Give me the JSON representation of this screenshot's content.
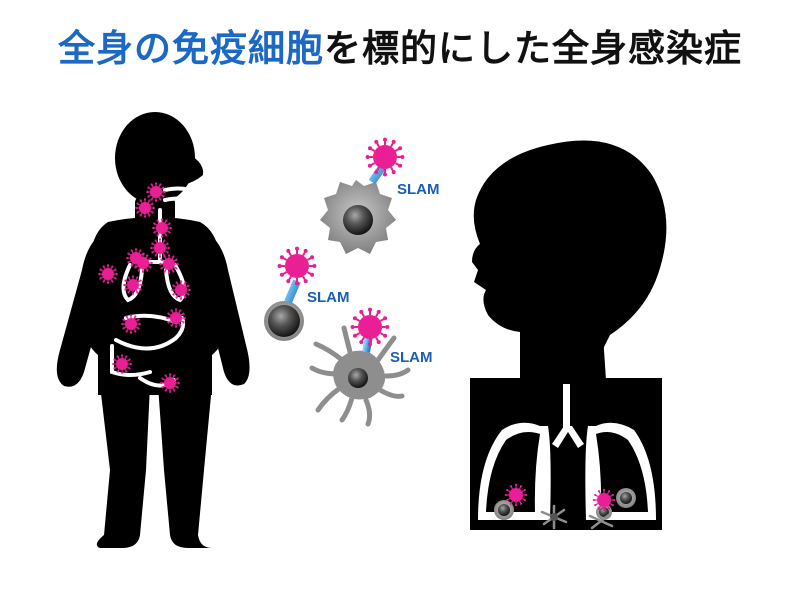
{
  "title": {
    "highlight": "全身の免疫細胞",
    "rest": "を標的にした全身感染症"
  },
  "labels": {
    "slam_1": "SLAM",
    "slam_2": "SLAM",
    "slam_3": "SLAM"
  },
  "colors": {
    "title_blue": "#1b68c5",
    "title_black": "#111111",
    "silhouette": "#000000",
    "virus": "#ea1f96",
    "receptor": "#1f82c6",
    "cell_gray": "#8c8c8c",
    "nucleus": "#3c3c3c",
    "slam_text": "#1a5fb4",
    "organ": "#ffffff"
  }
}
